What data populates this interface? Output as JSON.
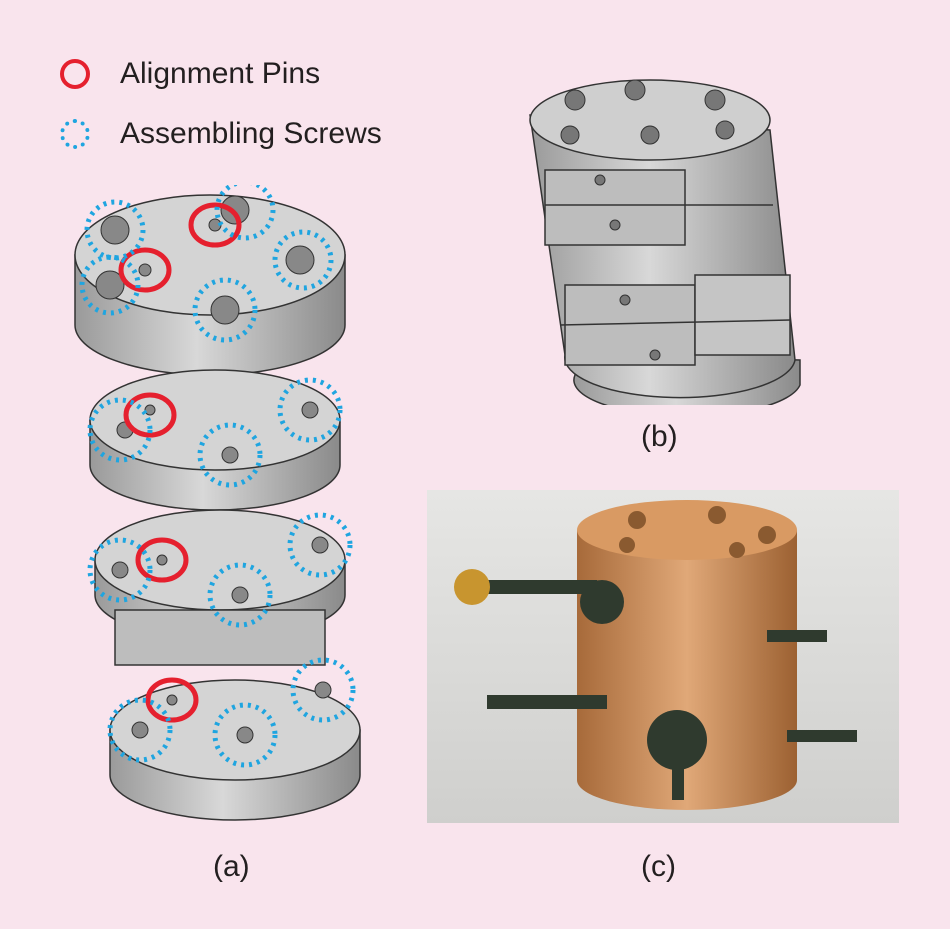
{
  "legend": {
    "alignment_pins": "Alignment Pins",
    "assembling_screws": "Assembling Screws"
  },
  "captions": {
    "a": "(a)",
    "b": "(b)",
    "c": "(c)"
  },
  "colors": {
    "background": "#f9e4ed",
    "pin": "#e5202e",
    "screw": "#1fa5e0",
    "part_gray": "#c8c8c8",
    "copper": "#c98a55"
  }
}
